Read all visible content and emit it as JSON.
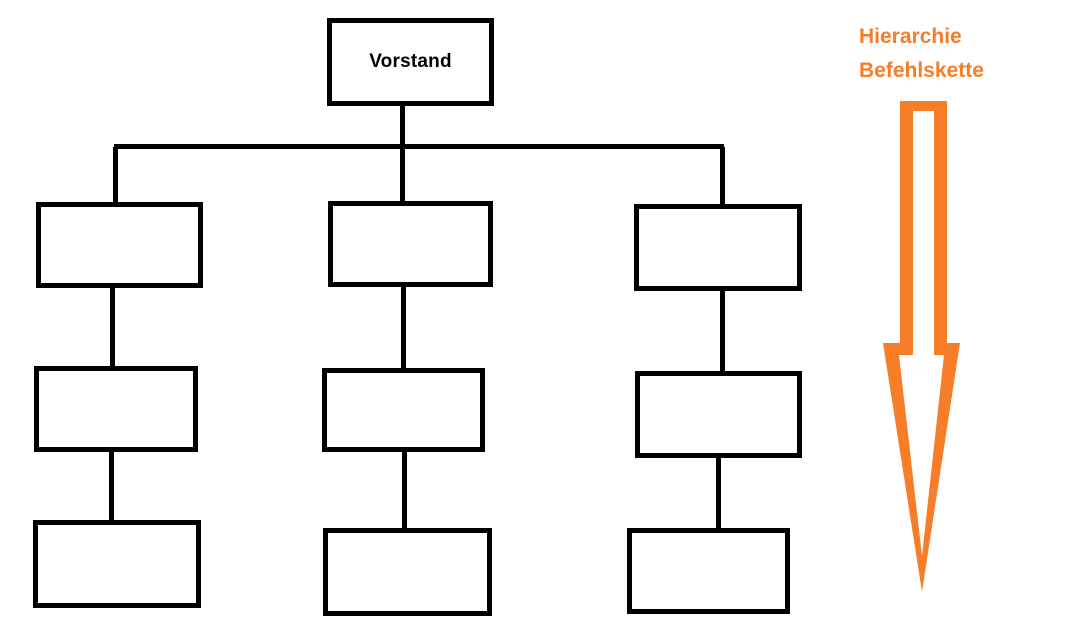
{
  "diagram": {
    "type": "org-chart",
    "root_label": "Vorstand",
    "columns": [
      {
        "boxes": [
          "",
          "",
          ""
        ]
      },
      {
        "boxes": [
          "",
          "",
          ""
        ]
      },
      {
        "boxes": [
          "",
          "",
          ""
        ]
      }
    ]
  },
  "legend": {
    "line1": "Hierarchie",
    "line2": "Befehlskette"
  },
  "icons": {
    "arrow": "down-arrow-outline"
  },
  "colors": {
    "line": "#000000",
    "accent": "#F77D28",
    "background": "#FFFFFF"
  }
}
